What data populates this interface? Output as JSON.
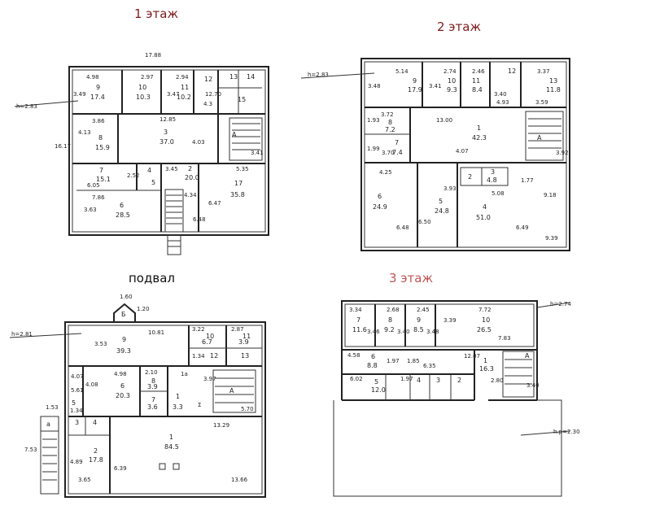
{
  "titles": {
    "f1": "1 этаж",
    "f2": "2 этаж",
    "basement": "подвал",
    "f3": "3 этаж"
  },
  "heights": {
    "f1": "h=2.83",
    "f2": "h=2.83",
    "basement": "h=2.81",
    "f3": "h=2.74",
    "f3_attic": "h.р=2.30"
  },
  "floor1": {
    "dims": [
      "17.88",
      "4.98",
      "2.97",
      "2.94",
      "3.49",
      "3.86",
      "12.85",
      "4.13",
      "16.17",
      "6.05",
      "7.86",
      "3.45",
      "5.35",
      "3.63",
      "6.47",
      "6.48",
      "4.03",
      "3.41",
      "4.34",
      "2.52",
      "3.47"
    ],
    "rooms": [
      {
        "num": "9",
        "area": "17.4"
      },
      {
        "num": "10",
        "area": "10.3"
      },
      {
        "num": "11",
        "area": "10.2"
      },
      {
        "num": "12",
        "area": ""
      },
      {
        "num": "13",
        "area": ""
      },
      {
        "num": "14",
        "area": ""
      },
      {
        "num": "15",
        "area": ""
      },
      {
        "num": "8",
        "area": "15.9"
      },
      {
        "num": "3",
        "area": "37.0"
      },
      {
        "num": "7",
        "area": "15.1"
      },
      {
        "num": "4",
        "area": ""
      },
      {
        "num": "5",
        "area": ""
      },
      {
        "num": "2",
        "area": "20.0"
      },
      {
        "num": "17",
        "area": "35.8"
      },
      {
        "num": "6",
        "area": "28.5"
      }
    ],
    "marks": [
      "A",
      "12.70",
      "4.3"
    ]
  },
  "floor2": {
    "dims": [
      "5.14",
      "2.74",
      "2.46",
      "3.37",
      "3.48",
      "3.41",
      "3.40",
      "3.59",
      "3.72",
      "13.00",
      "1.93",
      "1.99",
      "3.70",
      "4.07",
      "3.92",
      "4.25",
      "3.93",
      "5.08",
      "1.77",
      "9.18",
      "6.48",
      "6.50",
      "6.49",
      "9.39",
      "4.93"
    ],
    "rooms": [
      {
        "num": "9",
        "area": "17.9"
      },
      {
        "num": "10",
        "area": "9.3"
      },
      {
        "num": "11",
        "area": "8.4"
      },
      {
        "num": "12",
        "area": ""
      },
      {
        "num": "13",
        "area": "11.8"
      },
      {
        "num": "8",
        "area": "7.2"
      },
      {
        "num": "7",
        "area": "7.4"
      },
      {
        "num": "1",
        "area": "42.3"
      },
      {
        "num": "2",
        "area": ""
      },
      {
        "num": "3",
        "area": "4.8"
      },
      {
        "num": "6",
        "area": "24.9"
      },
      {
        "num": "5",
        "area": "24.8"
      },
      {
        "num": "4",
        "area": "51.0"
      }
    ],
    "marks": [
      "A"
    ]
  },
  "basement": {
    "dims": [
      "1.60",
      "1.20",
      "3.53",
      "10.81",
      "3.22",
      "2.87",
      "1.34",
      "4.98",
      "2.10",
      "3.97",
      "5.70",
      "1.53",
      "1.34",
      "13.29",
      "7.53",
      "4.89",
      "3.65",
      "6.39",
      "13.66",
      "4.07",
      "5.61",
      "4.08"
    ],
    "rooms": [
      {
        "num": "9",
        "area": "39.3"
      },
      {
        "num": "10",
        "area": "6.7"
      },
      {
        "num": "11",
        "area": "3.9"
      },
      {
        "num": "12",
        "area": ""
      },
      {
        "num": "13",
        "area": ""
      },
      {
        "num": "6",
        "area": "20.3"
      },
      {
        "num": "8",
        "area": "3.9"
      },
      {
        "num": "7",
        "area": "3.6"
      },
      {
        "num": "1",
        "area": "3.3"
      },
      {
        "num": "5",
        "area": ""
      },
      {
        "num": "3",
        "area": ""
      },
      {
        "num": "4",
        "area": ""
      },
      {
        "num": "2",
        "area": "17.8"
      },
      {
        "num": "1",
        "area": "84.5"
      }
    ],
    "marks": [
      "Б",
      "A",
      "а",
      "1а",
      "Σ"
    ]
  },
  "floor3": {
    "dims": [
      "3.34",
      "2.68",
      "2.45",
      "3.39",
      "7.72",
      "3.46",
      "3.40",
      "3.48",
      "7.83",
      "4.58",
      "1.97",
      "6.35",
      "12.07",
      "1.85",
      "6.02",
      "1.97",
      "3.40",
      "2.80"
    ],
    "rooms": [
      {
        "num": "7",
        "area": "11.6"
      },
      {
        "num": "8",
        "area": "9.2"
      },
      {
        "num": "9",
        "area": "8.5"
      },
      {
        "num": "10",
        "area": "26.5"
      },
      {
        "num": "6",
        "area": "8.8"
      },
      {
        "num": "1",
        "area": "16.3"
      },
      {
        "num": "5",
        "area": "12.0"
      },
      {
        "num": "4",
        "area": ""
      },
      {
        "num": "3",
        "area": ""
      },
      {
        "num": "2",
        "area": ""
      }
    ],
    "marks": [
      "A"
    ]
  }
}
